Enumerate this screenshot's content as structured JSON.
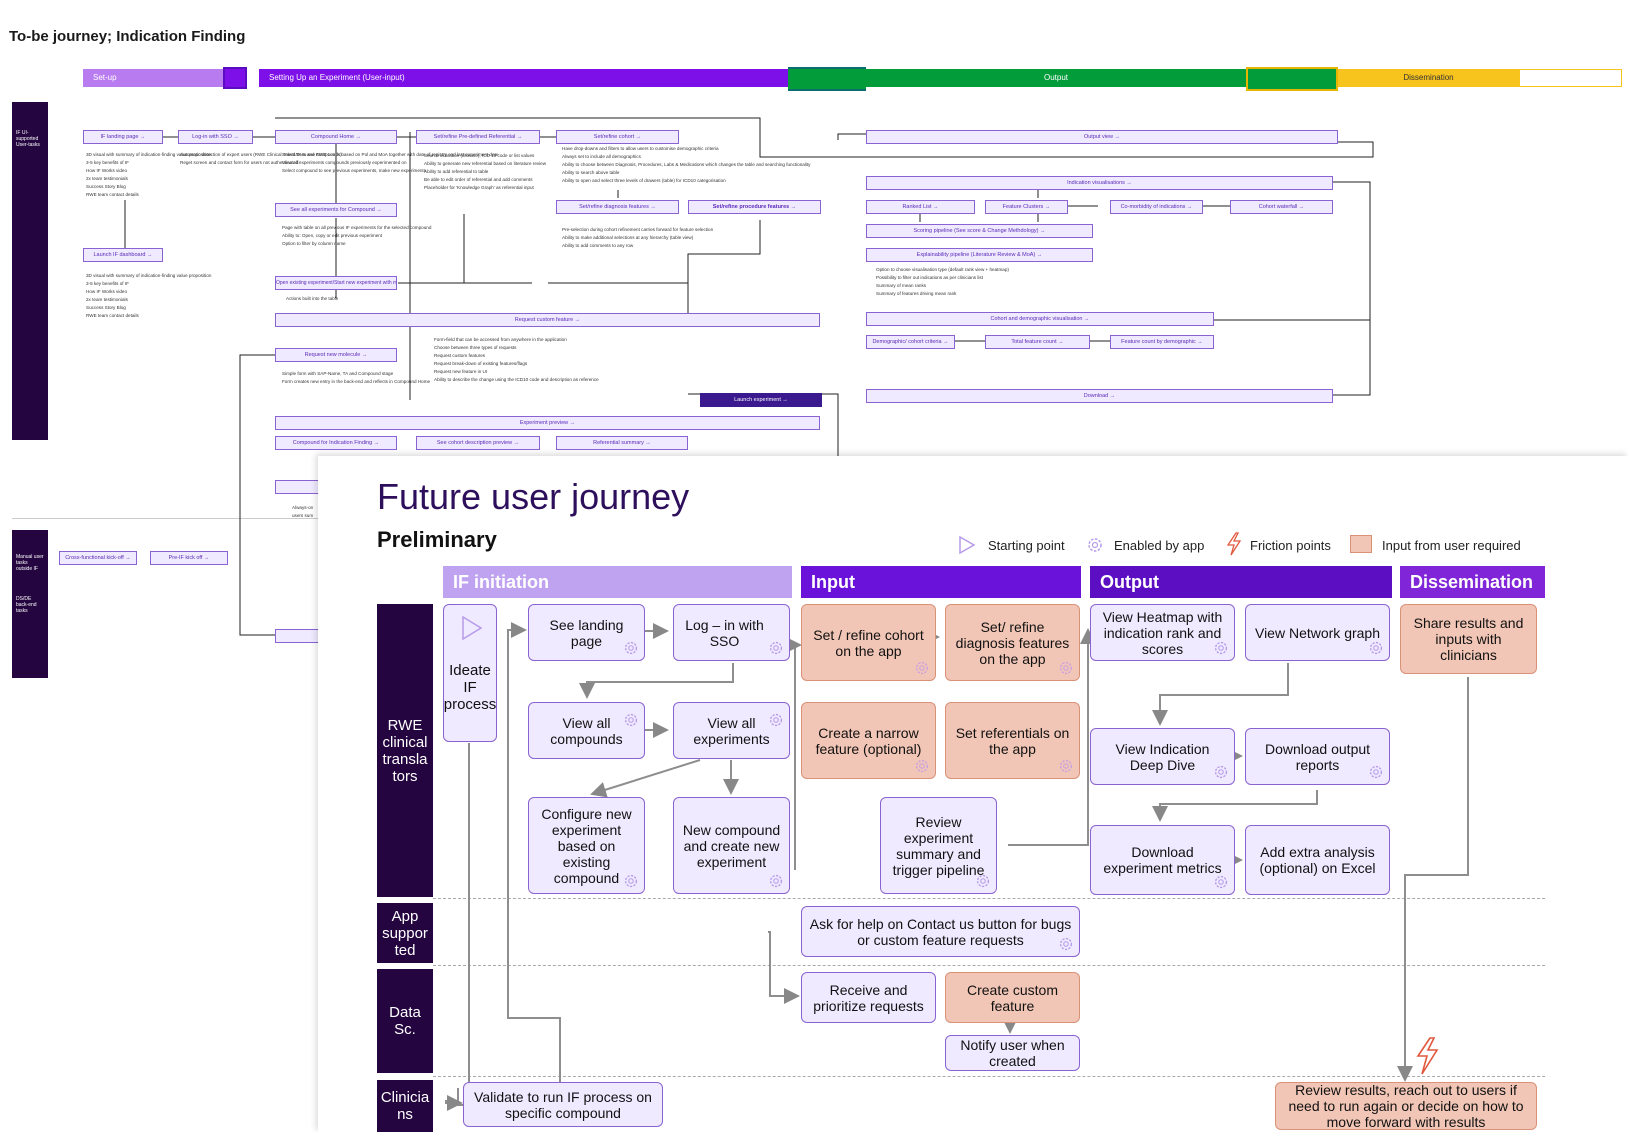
{
  "background": {
    "title": "To-be journey; Indication Finding",
    "phases": [
      "Set-up",
      "Setting Up an Experiment (User-input)",
      "Output",
      "Dissemination"
    ],
    "lanes": [
      "IF UI-supported User-tasks",
      "Manual user tasks outside IF",
      "DS/DE back-end tasks"
    ],
    "boxes": [
      "IF landing page →",
      "Log-in with SSO →",
      "Compound Home →",
      "Set/refine Pre-defined Referential →",
      "Set/refine cohort →",
      "See all experiments for Compound →",
      "Set/refine diagnosis features →",
      "Set/refine procedure features →",
      "Open existing experiment/Start new experiment with molecule →",
      "Launch IF dashboard →",
      "Request custom feature →",
      "Request new molecule →",
      "Launch experiment →",
      "Experiment preview →",
      "Compound for Indication Finding →",
      "See cohort description preview →",
      "Referential summary →",
      "Cross-functional kick-off →",
      "Pre-IF kick off →",
      "Output view →",
      "Indication visualisations →",
      "Ranked List →",
      "Feature Clusters →",
      "Co-morbidity of indications →",
      "Cohort waterfall →",
      "Scoring pipeline (See score & Change Methdology) →",
      "Explainability pipeline (Literature Review & MoA) →",
      "Cohort and demographic visualisation →",
      "Demographic/ cohort criteria →",
      "Total feature count →",
      "Feature count by demographic →",
      "Download →"
    ],
    "notes": {
      "landing": [
        "3D visual with summary of indication-finding value proposition",
        "3-5 key benefits of IF",
        "How IF Works video",
        "2x team testimonials",
        "Success Story Blog",
        "RWE team contact details"
      ],
      "sso": [
        "Automatic detection of expert users (RWE Clinical Translators and RWE Leads)",
        "Reget screen and contact form for users not authenticated"
      ],
      "compound": [
        "Select TA to see compounds based on Pol and MoA together with date of registry and last experiment date",
        "View all experiments compounds previously experimented on",
        "Select compound to see previous experiments, make new experiments"
      ],
      "experiments": [
        "Page with table on all previous IF experiments for the selected compound",
        "Ability to: Open, copy or edit previous experiment",
        "Option to filter by column name"
      ],
      "open": [
        "Actions built into the table"
      ],
      "dashboard": [
        "3D visual with summary of indication-finding value proposition",
        "3-5 key benefits of IF",
        "How IF Works video",
        "2x team testimonials",
        "Success Story Blog",
        "RWE team contact details"
      ],
      "referential": [
        "Search indication (disease), ICD 10 code or list values",
        "Ability to generate new referential based on literature review",
        "Ability to add referential to table",
        "Be able to edit order of referential and add comments",
        "Placeholder for 'Knowledge Graph' as referential input"
      ],
      "cohort": [
        "Have drop-downs and filters to allow users to customise demographic criteria",
        "Always set to include all demographics",
        "Ability to choose between Diagnosis, Procedures, Labs & Medications which changes the table and searching functionality",
        "Ability to search above table",
        "Ability to open and select three levels of drawers (table) for ICD10 categorisation"
      ],
      "diagnosis": [
        "Pre-selection during cohort refinement carries forward for feature selection",
        "Ability to make additional selections at any hierarchy (table view)",
        "Ability to add comments to any row"
      ],
      "custom": [
        "Form-field that can be accessed from anywhere in the application",
        "Choose between three types of requests",
        "Request custom features",
        "Request break-down of existing features/flags",
        "Request new feature in UI",
        "Ability to describe the change using the ICD10 code and description as reference"
      ],
      "molecule": [
        "Simple form with SAP-Name, TA and Compound stage",
        "Form creates new entry in the back-end and reflects in Compound Home"
      ],
      "output": [
        "Option to choose visualisation type (default rank view + heatmap)",
        "Possibility to filter out indications as per clinicians list",
        "Summary of mean ranks",
        "Summary of features driving mean rank"
      ],
      "partial": [
        "Always-on",
        "users sum"
      ]
    }
  },
  "journey": {
    "title": "Future user journey",
    "subtitle": "Preliminary",
    "legend": {
      "start": "Starting point",
      "enabled": "Enabled by app",
      "friction": "Friction points",
      "input": "Input from user required"
    },
    "phases": [
      "IF initiation",
      "Input",
      "Output",
      "Dissemination"
    ],
    "lanes": [
      "RWE clinical transla tors",
      "App suppor ted",
      "Data Sc.",
      "Clinicia ns"
    ],
    "cards": {
      "ideate": "Ideate IF process",
      "landing": "See landing page",
      "login": "Log – in with SSO",
      "compounds": "View all compounds",
      "experiments": "View all experiments",
      "configure": "Configure new experiment based on existing compound",
      "newcompound": "New compound and create new experiment",
      "cohort": "Set / refine cohort on the app",
      "diagnosis": "Set/ refine diagnosis features on the app",
      "narrow": "Create a narrow feature (optional)",
      "referentials": "Set referentials on the app",
      "review": "Review experiment summary and trigger pipeline",
      "heatmap": "View Heatmap with indication rank and scores",
      "network": "View Network graph",
      "deepdive": "View Indication Deep Dive",
      "reports": "Download output reports",
      "metrics": "Download experiment metrics",
      "excel": "Add extra analysis (optional) on Excel",
      "share": "Share results and inputs with clinicians",
      "help": "Ask for help on Contact us button for bugs or custom feature requests",
      "receive": "Receive and prioritize requests",
      "customfeat": "Create custom feature",
      "notify": "Notify user when created",
      "validate": "Validate to run IF process on specific compound",
      "reviewresults": "Review results, reach out to users if need to run again or decide on how to move forward with results"
    },
    "colors": {
      "lane": "#24053f",
      "card": "#efeaff",
      "card_border": "#8a63d2",
      "friction": "#f2c6b6",
      "phase_init": "#c0a3f0",
      "phase_input": "#6a12d9",
      "phase_output": "#5c0fc2",
      "phase_diss": "#8125d8"
    }
  }
}
